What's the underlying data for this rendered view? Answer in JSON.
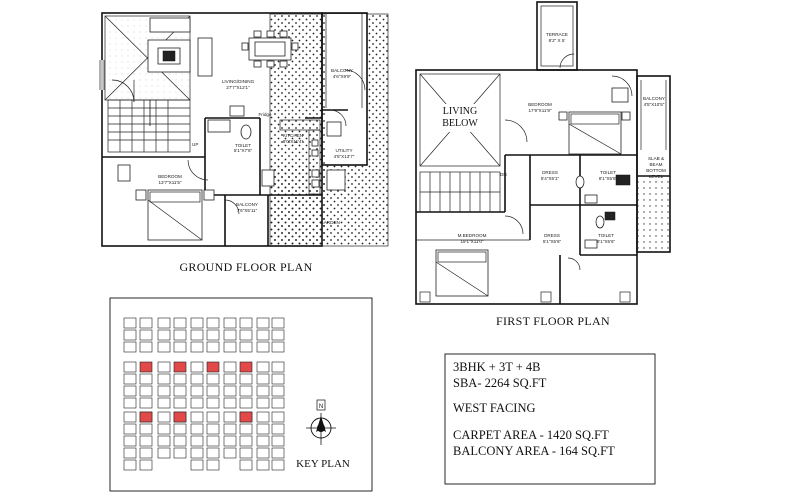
{
  "ground_floor": {
    "title": "GROUND FLOOR PLAN",
    "rooms": {
      "living": "LIVING/DINING",
      "living_dim": "27'7\"X12'1\"",
      "balcony1": "BALCONY",
      "balcony1_dim": "4'6\"X9'9\"",
      "toilet": "TOILET",
      "toilet_dim": "5'1\"X7'6\"",
      "kitchen": "KITCHEN",
      "kitchen_dim": "8'0\"X11'4\"",
      "fridge": "Fridge",
      "utility": "UTILITY",
      "utility_dim": "4'5\"X13'7\"",
      "up": "UP",
      "bedroom": "BEDROOM",
      "bedroom_dim": "13'7\"X11'5\"",
      "balcony2": "BALCONY",
      "balcony2_dim": "7'6\"X5'11\"",
      "garden": "GARDEN"
    }
  },
  "first_floor": {
    "title": "FIRST FLOOR PLAN",
    "rooms": {
      "terrace": "TERRACE",
      "terrace_dim": "8'2\" X 5'",
      "living_below": "LIVING\nBELOW",
      "bedroom": "BEDROOM",
      "bedroom_dim": "17'9\"X11'9\"",
      "balcony": "BALCONY",
      "balcony_dim": "4'5\"X10'5\"",
      "dn": "DN",
      "dress1": "DRESS",
      "dress1_dim": "5'4\"X5'1\"",
      "toilet1": "TOILET",
      "toilet1_dim": "8'1\"X5'8\"",
      "slab": "SLAB &\nBEAM\nBOTTOM\nLEVEL",
      "mbedroom": "M.BEDROOM",
      "mbedroom_dim": "19'1\"X11'0\"",
      "dress2": "DRESS",
      "dress2_dim": "5'1\"X5'6\"",
      "toilet2": "TOILET",
      "toilet2_dim": "8'1\"X5'6\""
    }
  },
  "key_plan": {
    "title": "KEY PLAN",
    "north": "N"
  },
  "info": {
    "config": "3BHK + 3T + 4B",
    "sba": "SBA- 2264 SQ.FT",
    "facing": "WEST FACING",
    "carpet": "CARPET AREA - 1420 SQ.FT",
    "balcony": "BALCONY AREA - 164 SQ.FT"
  },
  "colors": {
    "highlight": "#e24a4a",
    "line": "#111111"
  }
}
